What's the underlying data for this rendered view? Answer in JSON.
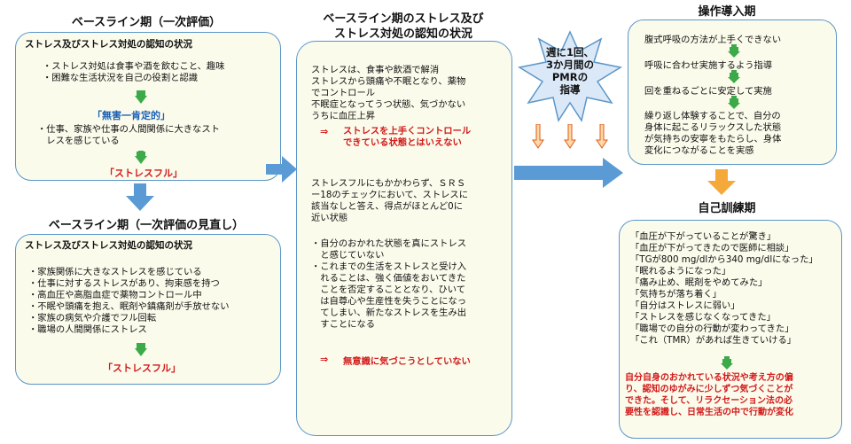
{
  "col1": {
    "heading1": "ベースライン期（一次評価）",
    "box1": {
      "title": "ストレス及びストレス対処の認知の状況",
      "lines_a": [
        "・ストレス対処は食事や酒を飲むこと、趣味",
        "・困難な生活状況を自己の役割と認識"
      ],
      "highlight_blue": "「無害一肯定的」",
      "lines_b": [
        "・仕事、家族や仕事の人間関係に大きなスト",
        "　レスを感じている"
      ],
      "highlight_red": "「ストレスフル」"
    },
    "heading2": "ベースライン期（一次評価の見直し）",
    "box2": {
      "title": "ストレス及びストレス対処の認知の状況",
      "lines": [
        "・家族関係に大きなストレスを感じている",
        "・仕事に対するストレスがあり、拘束感を持つ",
        "・高血圧や高脂血症で薬物コントロール中",
        "・不眠や頭痛を抱え、眠剤や鎮痛剤が手放せない",
        "・家族の病気や介護でフル回転",
        "・職場の人間関係にストレス"
      ],
      "highlight_red": "「ストレスフル」"
    }
  },
  "col2": {
    "heading": [
      "ベースライン期のストレス及び",
      "ストレス対処の認知の状況"
    ],
    "para1": [
      "ストレスは、食事や飲酒で解消",
      "ストレスから頭痛や不眠となり、薬物",
      "でコントロール",
      "不眠症となってうつ状態、気づかない",
      "うちに血圧上昇"
    ],
    "arrow1": "⇒",
    "red1": [
      "ストレスを上手くコントロール",
      "できている状態とはいえない"
    ],
    "para2": [
      "ストレスフルにもかかわらず、ＳＲＳ",
      "ー18のチェックにおいて、ストレスに",
      "該当なしと答え、得点がほとんど0に",
      "近い状態"
    ],
    "para3": [
      "・自分のおかれた状態を真にストレス",
      "　と感じていない",
      "・これまでの生活をストレスと受け入",
      "　れることは、強く価値をおいてきた",
      "　ことを否定することとなり、ひいて",
      "　は自尊心や生産性を失うことになっ",
      "　てしまい、新たなストレスを生み出",
      "　すことになる"
    ],
    "arrow2": "⇒",
    "red2": "無意識に気づこうとしていない"
  },
  "star": {
    "lines": [
      "週に1回、",
      "3か月間の",
      "PMRの",
      "指導"
    ]
  },
  "col4": {
    "heading1": "操作導入期",
    "box1_lines": [
      [
        "腹式呼吸の方法が上手くできない"
      ],
      [
        "呼吸に合わせ実施するよう指導"
      ],
      [
        "回を重ねるごとに安定して実施"
      ],
      [
        "繰り返し体験することで、自分の",
        "身体に起こるリラックスした状態",
        "が気持ちの安寧をもたらし、身体",
        "変化につながることを実感"
      ]
    ],
    "heading2": "自己訓練期",
    "box2_quotes": [
      "「血圧が下がっていることが驚き」",
      "「血圧が下がってきたので医師に相談」",
      "「TGが800 mg/dlから340 mg/dlになった」",
      "「眠れるようになった」",
      "「痛み止め、眠剤をやめてみた」",
      "「気持ちが落ち着く」",
      "「自分はストレスに弱い」",
      "「ストレスを感じなくなってきた」",
      "「職場での自分の行動が変わってきた」",
      "「これ（TMR）があれば生きていける」"
    ],
    "box2_red": [
      "自分自身のおかれている状況や考え方の偏",
      "り、認知のゆがみに少しずつ気づくことが",
      "できた。そして、リラクセーション法の必",
      "要性を認識し、日常生活の中で行動が変化"
    ]
  },
  "colors": {
    "box_border": "#5a96c8",
    "box_fill": "#fbfbec",
    "arrow_blue": "#5b9bd5",
    "arrow_green": "#3daa4a",
    "arrow_orange": "#f4a93a",
    "text_red": "#d21a1a",
    "text_blue": "#1a5fb4"
  }
}
